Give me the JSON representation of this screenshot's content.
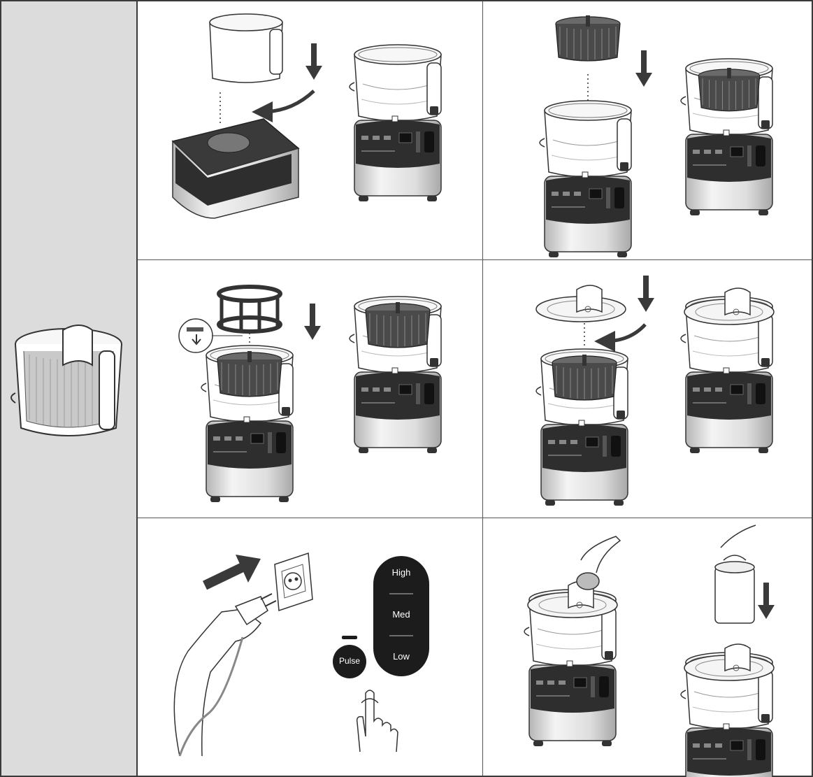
{
  "control_panel": {
    "speed_labels": [
      "High",
      "Med",
      "Low"
    ],
    "pulse_label": "Pulse"
  },
  "colors": {
    "sidebar": "#dcdcdc",
    "outline": "#3a3a3a",
    "appliance_dark": "#2e2e2e",
    "steel_light": "#d9d9d9",
    "basket": "#4a4a4a",
    "panel_black": "#1c1c1c"
  },
  "icons": [
    "down-arrow-icon",
    "curved-arrow-icon",
    "plug-arrow-icon",
    "hand-press-icon",
    "wall-socket-icon"
  ]
}
